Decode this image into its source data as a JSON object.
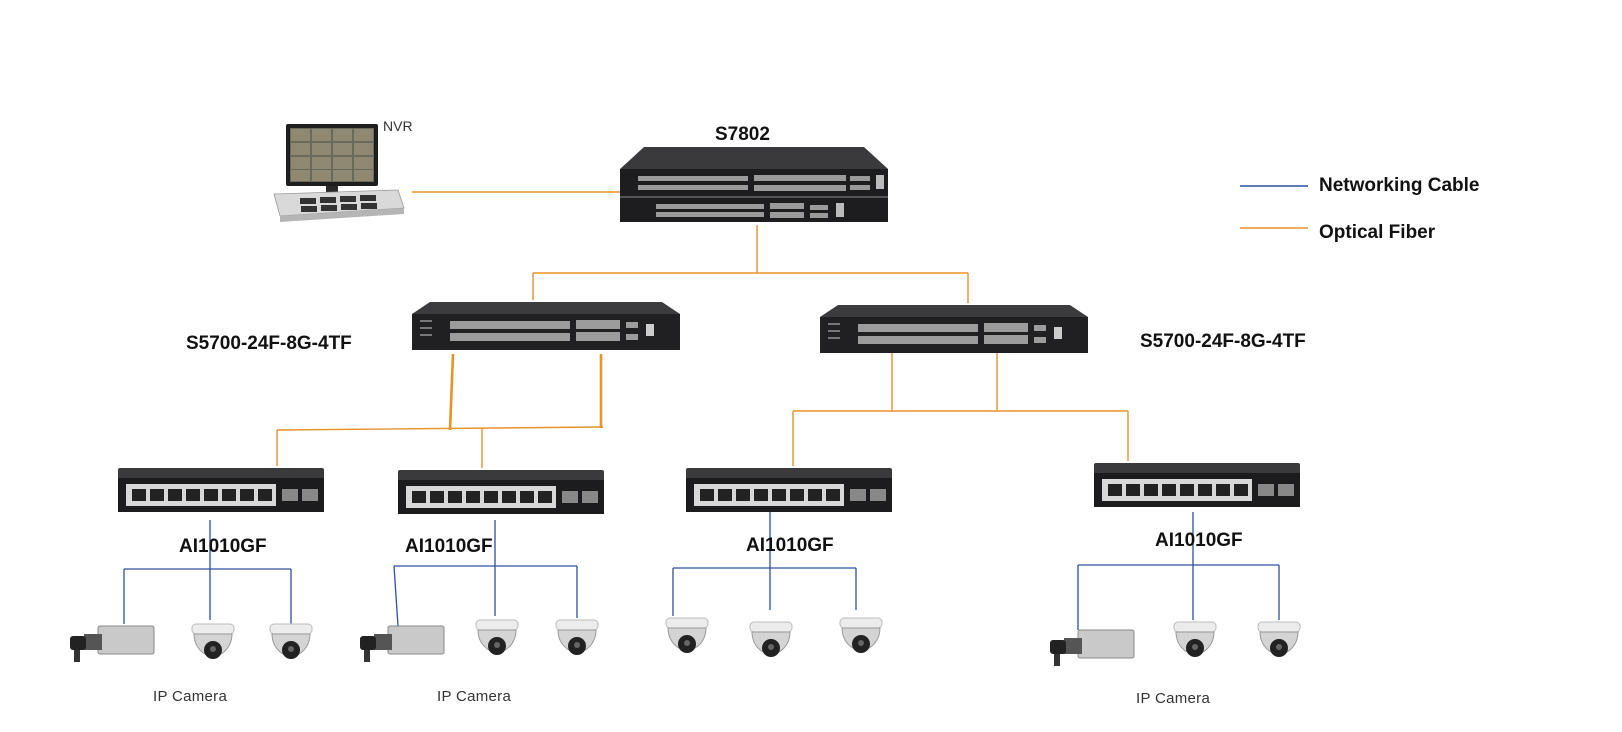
{
  "diagram": {
    "core_switch": {
      "label": "S7802"
    },
    "nvr": {
      "label": "NVR"
    },
    "aggregation_switches": [
      {
        "label": "S5700-24F-8G-4TF"
      },
      {
        "label": "S5700-24F-8G-4TF"
      }
    ],
    "access_switches": [
      {
        "label": "AI1010GF"
      },
      {
        "label": "AI1010GF"
      },
      {
        "label": "AI1010GF"
      },
      {
        "label": "AI1010GF"
      }
    ],
    "camera_groups": [
      {
        "cameras": [
          "box-camera",
          "dome-camera",
          "dome-camera"
        ],
        "label": "IP Camera"
      },
      {
        "cameras": [
          "box-camera",
          "dome-camera",
          "dome-camera"
        ],
        "label": "IP Camera"
      },
      {
        "cameras": [
          "dome-camera",
          "dome-camera",
          "dome-camera"
        ],
        "label": ""
      },
      {
        "cameras": [
          "box-camera",
          "dome-camera",
          "dome-camera"
        ],
        "label": "IP Camera"
      }
    ],
    "legend": [
      {
        "label": "Networking Cable",
        "color": "#2d4fa0"
      },
      {
        "label": "Optical Fiber",
        "color": "#e8922a"
      }
    ]
  }
}
